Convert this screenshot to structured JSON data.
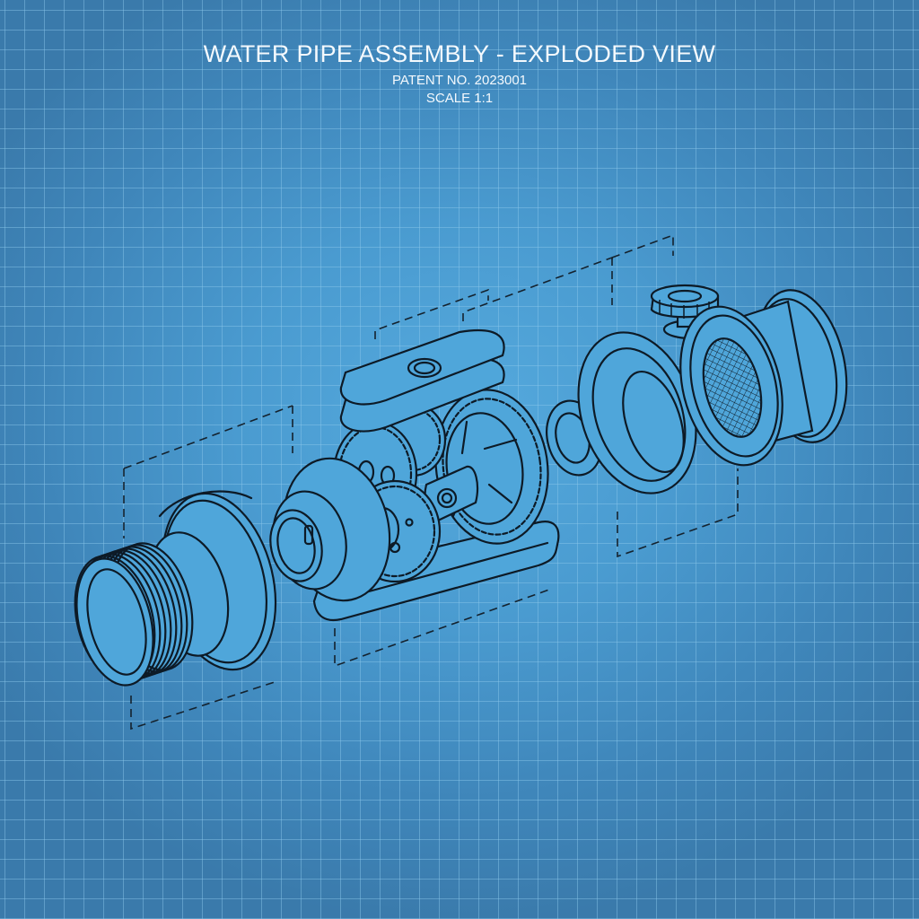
{
  "header": {
    "title": "WATER PIPE ASSEMBLY - EXPLODED VIEW",
    "patent": "PATENT NO. 2023001",
    "scale": "SCALE 1:1"
  },
  "theme": {
    "background": "#4a9bd0",
    "background_edge": "#3a7aab",
    "grid_line": "#8cc8eb",
    "line": "#0d1a26",
    "text": "#f4f9fd"
  },
  "components": [
    {
      "id": "threaded-fitting",
      "description": "Threaded pipe end fitting with flange"
    },
    {
      "id": "gear-housing",
      "description": "Gear assembly housing with coupling hub"
    },
    {
      "id": "cover-plate",
      "description": "Rectangular cover plate with center boss"
    },
    {
      "id": "seal-ring",
      "description": "Small seal ring"
    },
    {
      "id": "flange-collar",
      "description": "Large flange collar"
    },
    {
      "id": "valve-knob",
      "description": "Knurled valve knob"
    },
    {
      "id": "filter-body",
      "description": "Filter body with mesh screen"
    }
  ]
}
